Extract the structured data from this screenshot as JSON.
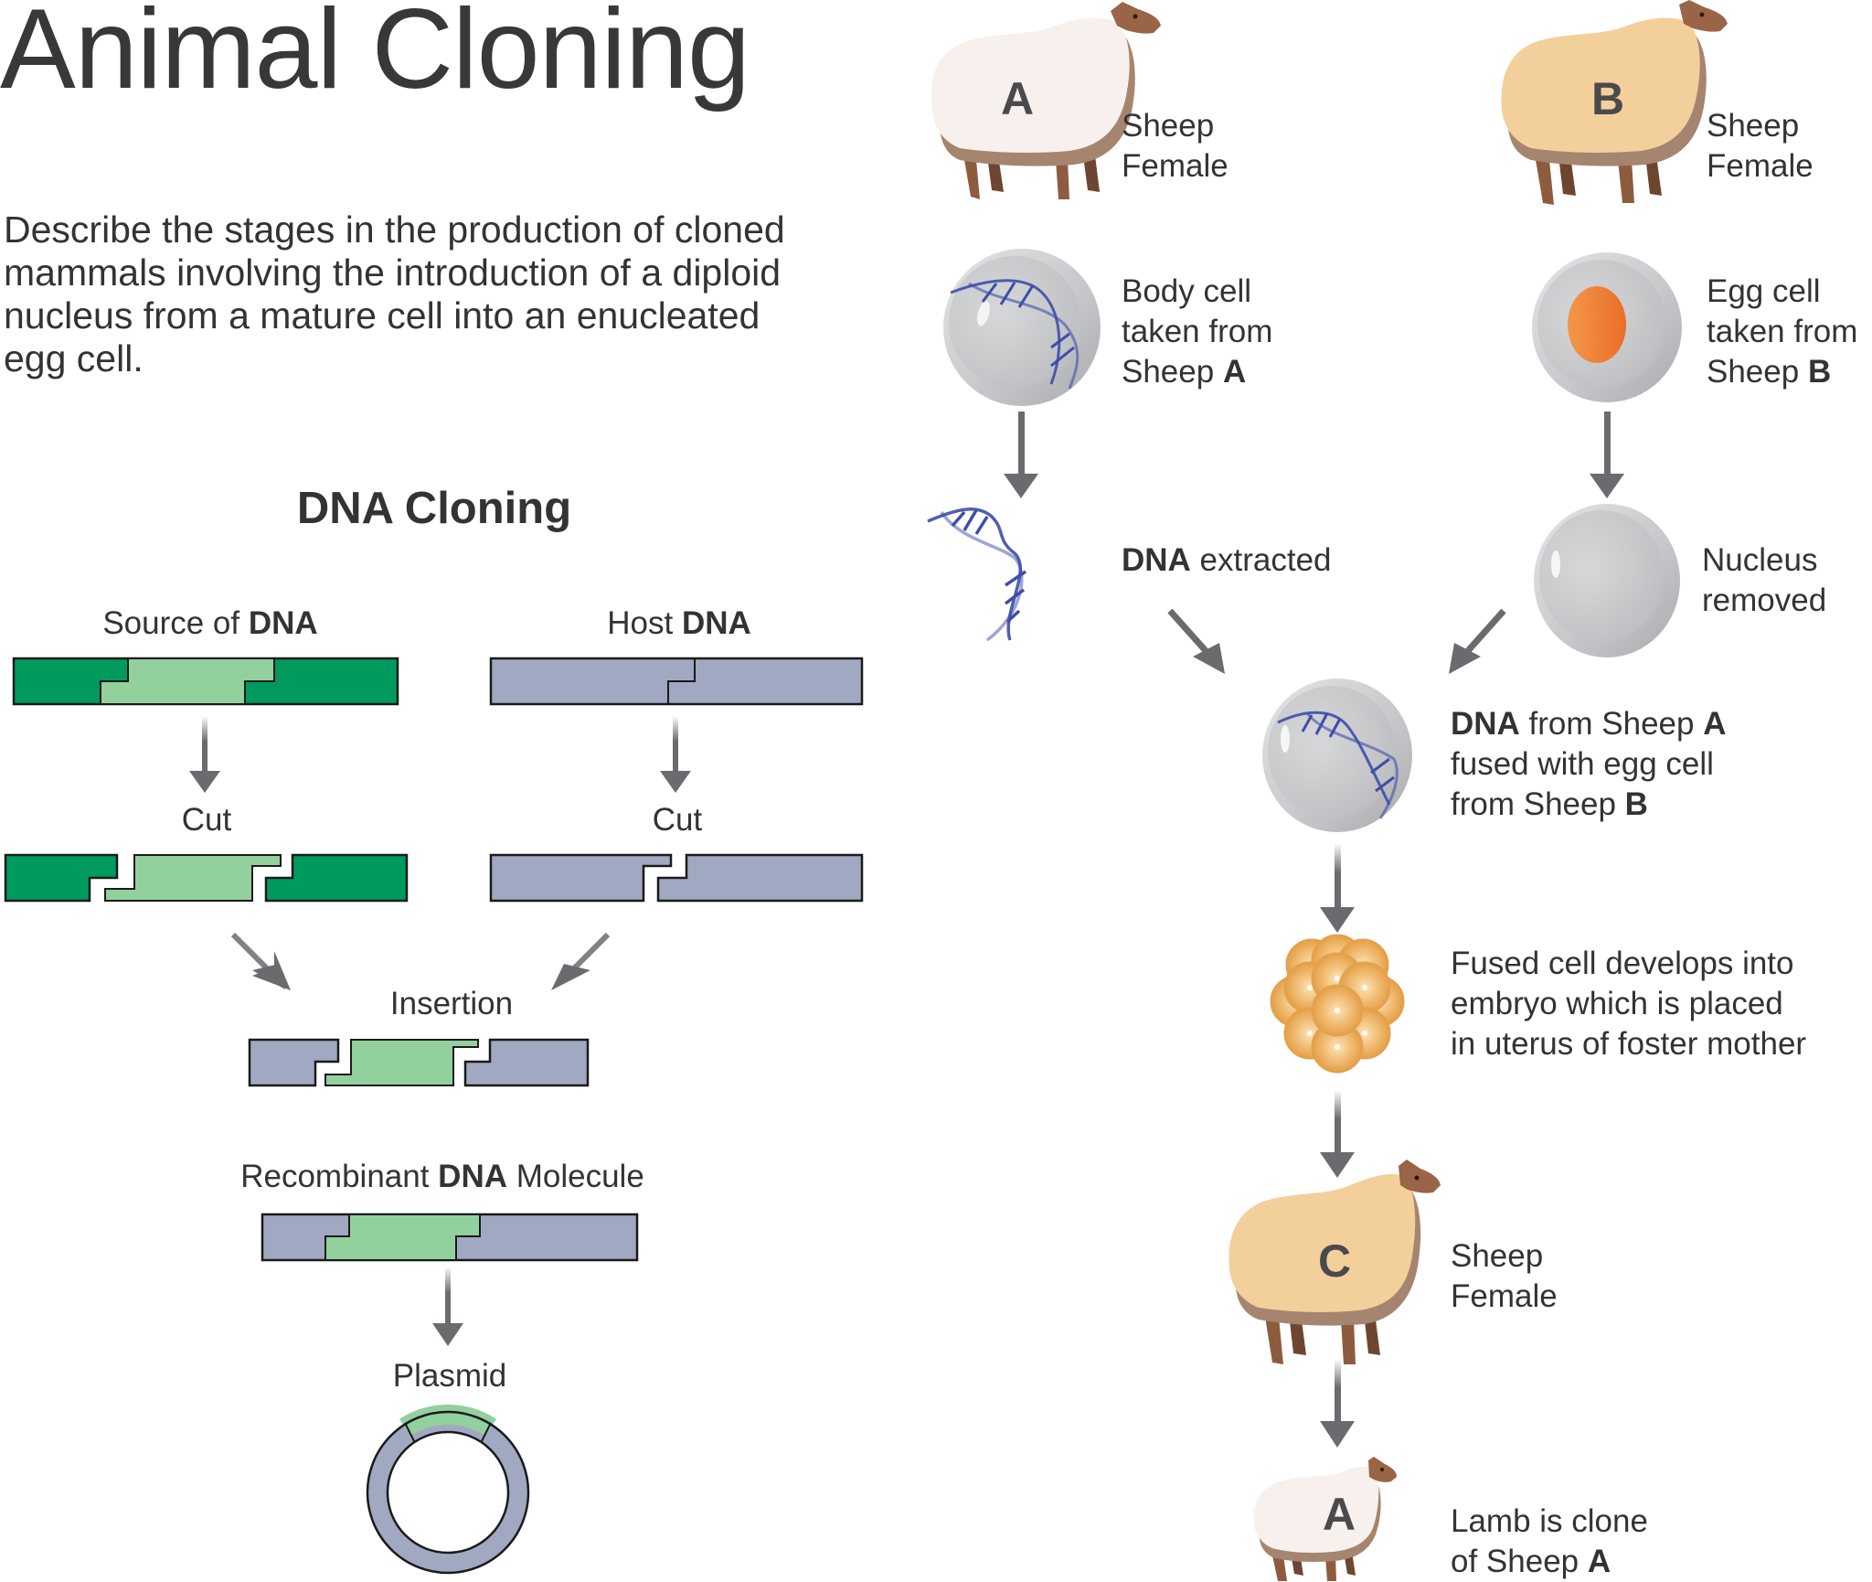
{
  "title": "Animal Cloning",
  "description_lines": [
    "Describe the stages in the production of cloned",
    "mammals involving the introduction of a diploid",
    "nucleus from a mature cell into an enucleated",
    "egg cell."
  ],
  "dna_cloning": {
    "heading": "DNA Cloning",
    "source": {
      "prefix": "Source of ",
      "bold": "DNA"
    },
    "host": {
      "prefix": "Host ",
      "bold": "DNA"
    },
    "cut_label": "Cut",
    "insertion_label": "Insertion",
    "recombinant": {
      "prefix": "Recombinant ",
      "bold": "DNA",
      "suffix": " Molecule"
    },
    "plasmid_label": "Plasmid",
    "colors": {
      "source_dark": "#009a5e",
      "source_light": "#92d09e",
      "host": "#a1a8c1",
      "outline": "#1a1a1a",
      "arrow": "#6a6b6f"
    }
  },
  "animal_cloning": {
    "sheep_a": {
      "letter": "A",
      "line1": "Sheep",
      "line2": "Female",
      "wool_color": "#f7f0ec"
    },
    "sheep_b": {
      "letter": "B",
      "line1": "Sheep",
      "line2": "Female",
      "wool_color": "#f3cf9c"
    },
    "body_cell": {
      "line1": "Body cell",
      "line2": "taken from",
      "line3_prefix": "Sheep ",
      "line3_bold": "A"
    },
    "egg_cell": {
      "line1": "Egg cell",
      "line2": "taken from",
      "line3_prefix": "Sheep ",
      "line3_bold": "B",
      "nucleus_color": "#ef7d32"
    },
    "dna_extracted": {
      "bold": "DNA",
      "suffix": " extracted"
    },
    "nucleus_removed": {
      "line1": "Nucleus",
      "line2": "removed"
    },
    "fused": {
      "line1_bold": "DNA",
      "line1_mid": " from Sheep ",
      "line1_bold2": "A",
      "line2": "fused with egg cell",
      "line3_prefix": "from Sheep ",
      "line3_bold": "B"
    },
    "embryo": {
      "line1": "Fused cell develops into",
      "line2": "embryo which is placed",
      "line3": "in uterus of foster mother",
      "color": "#f0b45c"
    },
    "sheep_c": {
      "letter": "C",
      "line1": "Sheep",
      "line2": "Female",
      "wool_color": "#f3cf9c"
    },
    "lamb": {
      "letter": "A",
      "line1": "Lamb is clone",
      "line2_prefix": "of Sheep ",
      "line2_bold": "A",
      "wool_color": "#f7f0ec"
    },
    "helix_color": "#3d4ea8"
  }
}
